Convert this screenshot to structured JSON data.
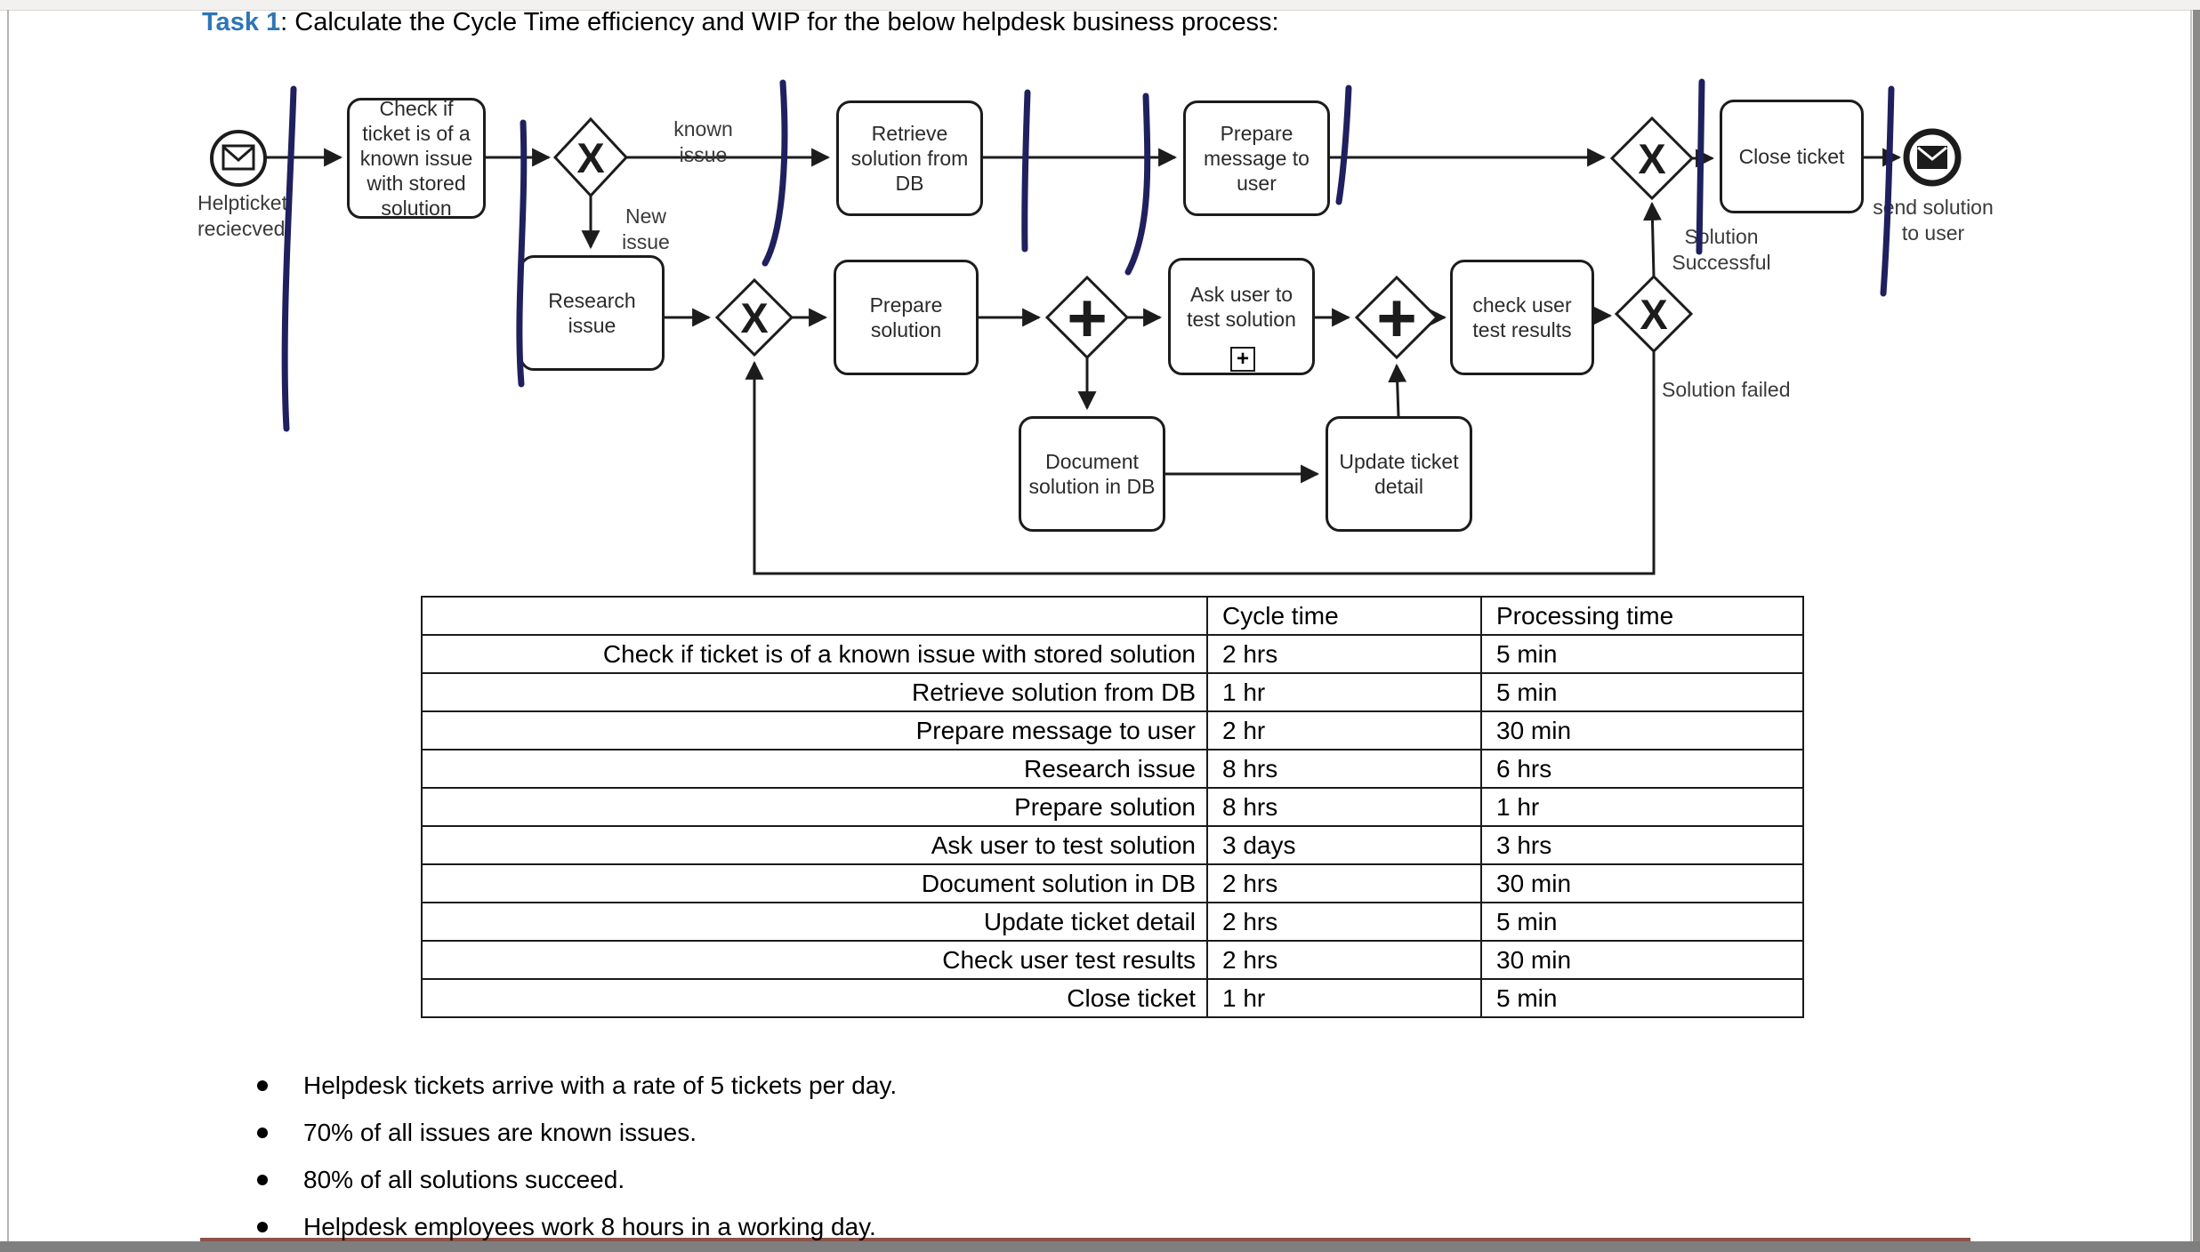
{
  "window": {
    "page_bg": "#ffffff",
    "top_strip_color": "#f3f1f0",
    "bottom_bar_color": "#7f7f7f",
    "page_edge_line_color": "#8a544a"
  },
  "title": {
    "label": "Task 1",
    "rest": ": Calculate the Cycle Time efficiency and WIP for the below helpdesk business process:",
    "accent_color": "#2E75B6"
  },
  "diagram": {
    "ink_color": "#20205e",
    "ink_marks_count": 8,
    "start_event": {
      "label": "Helpticket reciecved"
    },
    "end_event": {
      "label": "send solution to user"
    },
    "nodes": [
      {
        "label": "Check if ticket is of a known issue with stored solution"
      },
      {
        "label": "Retrieve solution from DB"
      },
      {
        "label": "Prepare message to user"
      },
      {
        "label": "Close ticket"
      },
      {
        "label": "Research issue"
      },
      {
        "label": "Prepare solution"
      },
      {
        "label": "Ask user to test solution"
      },
      {
        "label": "check user test results"
      },
      {
        "label": "Document solution in DB"
      },
      {
        "label": "Update ticket detail"
      }
    ],
    "edge_labels": {
      "known_issue": "known issue",
      "new_issue": "New issue",
      "solution_successful": "Solution Successful",
      "solution_failed": "Solution failed"
    },
    "gateway_glyphs": {
      "xor": "X",
      "and": "+",
      "subprocess": "+"
    }
  },
  "table": {
    "headers": {
      "label": "",
      "cycle": "Cycle time",
      "process": "Processing time"
    },
    "rows": [
      {
        "label": "Check if ticket is of a known issue with stored solution",
        "cycle": "2 hrs",
        "process": "5 min"
      },
      {
        "label": "Retrieve solution from DB",
        "cycle": "1 hr",
        "process": "5 min"
      },
      {
        "label": "Prepare message to user",
        "cycle": "2 hr",
        "process": "30 min"
      },
      {
        "label": "Research issue",
        "cycle": "8 hrs",
        "process": "6 hrs"
      },
      {
        "label": "Prepare solution",
        "cycle": "8 hrs",
        "process": "1 hr"
      },
      {
        "label": "Ask user to test solution",
        "cycle": "3 days",
        "process": "3 hrs"
      },
      {
        "label": "Document solution in DB",
        "cycle": "2 hrs",
        "process": "30 min"
      },
      {
        "label": "Update ticket detail",
        "cycle": "2 hrs",
        "process": "5 min"
      },
      {
        "label": "Check user test results",
        "cycle": "2 hrs",
        "process": "30 min"
      },
      {
        "label": "Close ticket",
        "cycle": "1 hr",
        "process": "5 min"
      }
    ]
  },
  "bullets": [
    "Helpdesk tickets arrive with a rate of 5 tickets per day.",
    "70% of all issues are known issues.",
    "80% of all solutions succeed.",
    "Helpdesk employees work 8 hours in a working day."
  ]
}
